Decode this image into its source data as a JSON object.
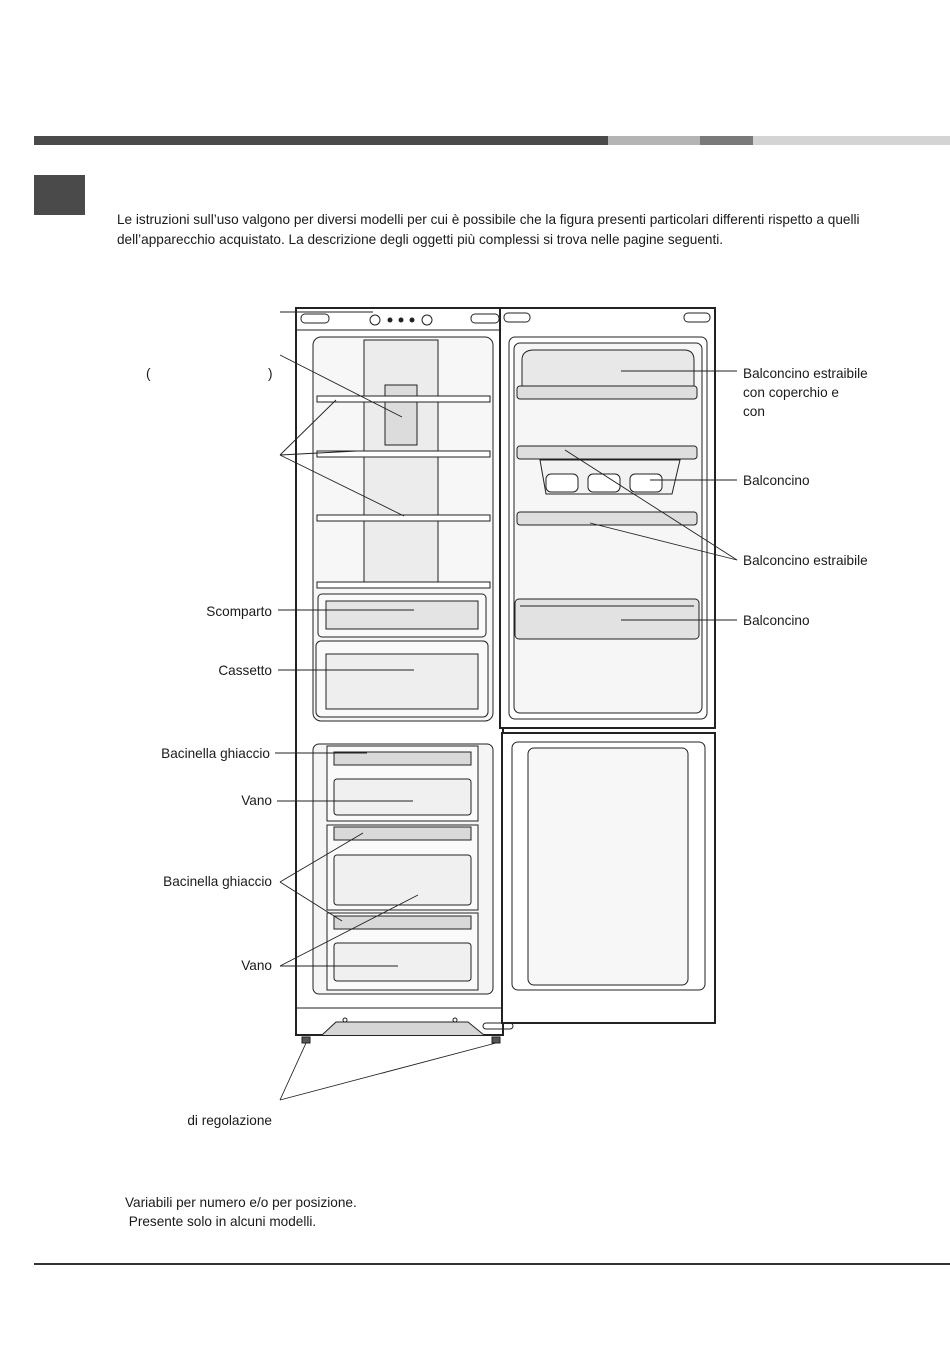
{
  "intro_text": "Le istruzioni sull’uso valgono per diversi modelli per cui è possibile che la figura presenti particolari differenti rispetto a quelli dell’apparecchio acquistato. La descrizione degli oggetti più complessi si trova nelle pagine seguenti.",
  "labels_left": {
    "paren_open": "(",
    "paren_close": ")",
    "scomparto": "Scomparto",
    "cassetto": "Cassetto",
    "bacinella_1": "Bacinella ghiaccio",
    "vano_1": "Vano",
    "bacinella_2": "Bacinella ghiaccio",
    "vano_2": "Vano",
    "regolazione": "di regolazione"
  },
  "labels_right": {
    "balconcino_estraibile_coperchio_line1": "Balconcino estraibile",
    "balconcino_estraibile_coperchio_line2": "con coperchio e",
    "balconcino_estraibile_coperchio_line3": "con",
    "balconcino_1": "Balconcino",
    "balconcino_estraibile": "Balconcino estraibile",
    "balconcino_2": "Balconcino"
  },
  "footnotes": [
    "Variabili per numero e/o per posizione.",
    " Presente solo in alcuni modelli."
  ]
}
